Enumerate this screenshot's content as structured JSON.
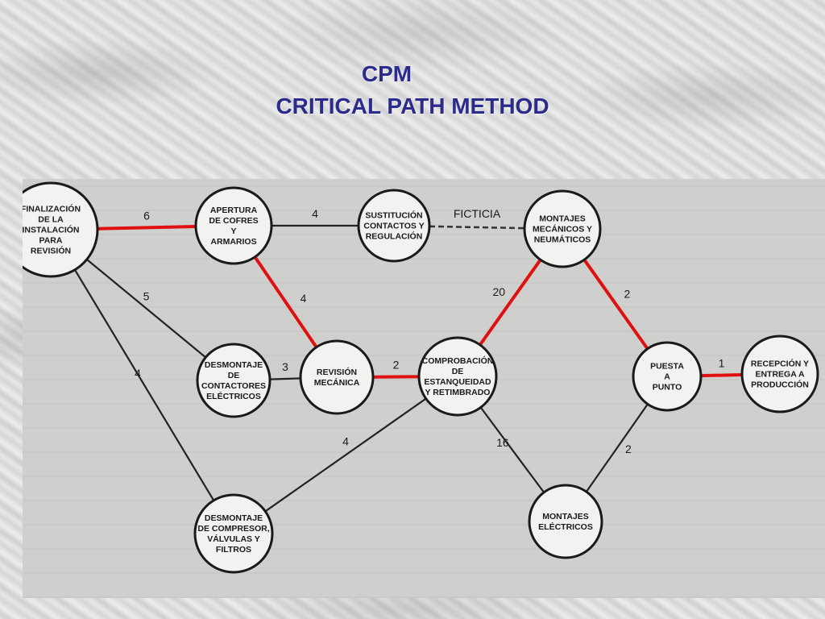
{
  "title": {
    "line1": "CPM",
    "line2": "CRITICAL PATH METHOD"
  },
  "colors": {
    "title": "#2b2b8c",
    "critical": "#e01010",
    "normal": "#222222"
  },
  "diagram": {
    "nodes": [
      {
        "id": "n1",
        "lines": [
          "FINALIZACIÓN",
          "DE LA",
          "INSTALACIÓN",
          "PARA",
          "REVISIÓN"
        ]
      },
      {
        "id": "n2",
        "lines": [
          "APERTURA",
          "DE COFRES",
          "Y",
          "ARMARIOS"
        ]
      },
      {
        "id": "n3",
        "lines": [
          "SUSTITUCIÓN",
          "CONTACTOS Y",
          "REGULACIÓN"
        ]
      },
      {
        "id": "n4",
        "lines": [
          "MONTAJES",
          "MECÁNICOS Y",
          "NEUMÁTICOS"
        ]
      },
      {
        "id": "n5",
        "lines": [
          "DESMONTAJE",
          "DE",
          "CONTACTORES",
          "ELÉCTRICOS"
        ]
      },
      {
        "id": "n6",
        "lines": [
          "REVISIÓN",
          "MECÁNICA"
        ]
      },
      {
        "id": "n7",
        "lines": [
          "COMPROBACIÓN",
          "DE",
          "ESTANQUEIDAD",
          "Y RETIMBRADO"
        ]
      },
      {
        "id": "n8",
        "lines": [
          "PUESTA",
          "A",
          "PUNTO"
        ]
      },
      {
        "id": "n9",
        "lines": [
          "RECEPCIÓN Y",
          "ENTREGA A",
          "PRODUCCIÓN"
        ]
      },
      {
        "id": "n10",
        "lines": [
          "DESMONTAJE",
          "DE COMPRESOR,",
          "VÁLVULAS Y",
          "FILTROS"
        ]
      },
      {
        "id": "n11",
        "lines": [
          "MONTAJES",
          "ELÉCTRICOS"
        ]
      }
    ],
    "edges": [
      {
        "from": "n1",
        "to": "n2",
        "label": "6",
        "critical": true
      },
      {
        "from": "n2",
        "to": "n3",
        "label": "4",
        "critical": false
      },
      {
        "from": "n3",
        "to": "n4",
        "label": "FICTICIA",
        "critical": false,
        "dummy": true
      },
      {
        "from": "n1",
        "to": "n5",
        "label": "5",
        "critical": false
      },
      {
        "from": "n1",
        "to": "n10",
        "label": "4",
        "critical": false
      },
      {
        "from": "n2",
        "to": "n6",
        "label": "4",
        "critical": true
      },
      {
        "from": "n5",
        "to": "n6",
        "label": "3",
        "critical": false
      },
      {
        "from": "n6",
        "to": "n7",
        "label": "2",
        "critical": true
      },
      {
        "from": "n10",
        "to": "n7",
        "label": "4",
        "critical": false
      },
      {
        "from": "n7",
        "to": "n4",
        "label": "20",
        "critical": true
      },
      {
        "from": "n4",
        "to": "n8",
        "label": "2",
        "critical": true
      },
      {
        "from": "n7",
        "to": "n11",
        "label": "16",
        "critical": false
      },
      {
        "from": "n11",
        "to": "n8",
        "label": "2",
        "critical": false
      },
      {
        "from": "n8",
        "to": "n9",
        "label": "1",
        "critical": true
      }
    ]
  }
}
